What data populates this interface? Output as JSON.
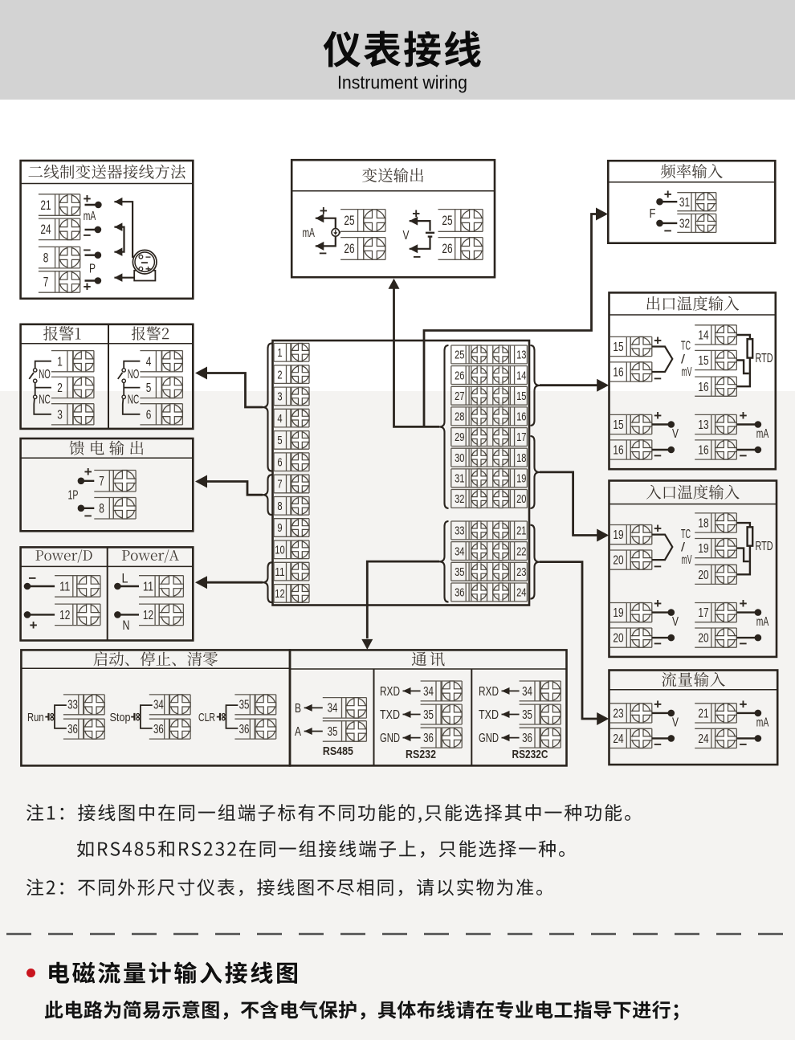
{
  "header": {
    "title": "仪表接线",
    "subtitle": "Instrument wiring"
  },
  "boxes": {
    "two_wire_transmitter": {
      "title": "二线制变送器接线方法",
      "terminals": [
        "21",
        "24",
        "8",
        "7"
      ],
      "labels": {
        "plus_top": "+",
        "group": "mA",
        "minus_mid": "−",
        "minus_low": "−",
        "p": "P",
        "plus_bottom": "+"
      },
      "transmitter": {
        "minus_top": "−",
        "minus_mid": "−",
        "plus_bottom": "+"
      }
    },
    "transmit_output": {
      "title": "变送输出",
      "ma": {
        "label": "mA",
        "plus": "+",
        "minus": "−",
        "terminals": [
          "25",
          "26"
        ]
      },
      "v": {
        "label": "V",
        "plus": "+",
        "minus": "−",
        "terminals": [
          "25",
          "26"
        ]
      }
    },
    "frequency_input": {
      "title": "频率输入",
      "label": "F",
      "plus": "+",
      "minus": "−",
      "terminals": [
        "31",
        "32"
      ]
    },
    "outlet_temperature_input": {
      "title": "出口温度输入",
      "tc": {
        "terminals": [
          "15",
          "16"
        ],
        "plus": "+",
        "minus": "−",
        "label_top": "TC",
        "label_mid": "/",
        "label_bottom": "mV"
      },
      "rtd": {
        "terminals": [
          "14",
          "15",
          "16"
        ],
        "label": "RTD"
      },
      "v": {
        "terminals": [
          "15",
          "16"
        ],
        "plus": "+",
        "minus": "−",
        "label": "V"
      },
      "ma": {
        "terminals": [
          "13",
          "16"
        ],
        "plus": "+",
        "minus": "−",
        "label": "mA"
      }
    },
    "inlet_temperature_input": {
      "title": "入口温度输入",
      "tc": {
        "terminals": [
          "19",
          "20"
        ],
        "plus": "+",
        "minus": "−",
        "label_top": "TC",
        "label_mid": "/",
        "label_bottom": "mV"
      },
      "rtd": {
        "terminals": [
          "18",
          "19",
          "20"
        ],
        "label": "RTD"
      },
      "v": {
        "terminals": [
          "19",
          "20"
        ],
        "plus": "+",
        "minus": "−",
        "label": "V"
      },
      "ma": {
        "terminals": [
          "17",
          "20"
        ],
        "plus": "+",
        "minus": "−",
        "label": "mA"
      }
    },
    "flow_input": {
      "title": "流量输入",
      "v": {
        "terminals": [
          "23",
          "24"
        ],
        "plus": "+",
        "minus": "−",
        "label": "V"
      },
      "ma": {
        "terminals": [
          "21",
          "24"
        ],
        "plus": "+",
        "minus": "−",
        "label": "mA"
      }
    },
    "alarm": {
      "alarm1": {
        "title": "报警1",
        "terminals": [
          "1",
          "2",
          "3"
        ],
        "no": "NO",
        "nc": "NC"
      },
      "alarm2": {
        "title": "报警2",
        "terminals": [
          "4",
          "5",
          "6"
        ],
        "no": "NO",
        "nc": "NC"
      }
    },
    "feed_output": {
      "title": "馈电输出",
      "label": "1P",
      "plus": "+",
      "minus": "−",
      "terminals": [
        "7",
        "8"
      ]
    },
    "power": {
      "power_d": {
        "title": "Power/D",
        "minus": "−",
        "plus": "+",
        "terminals": [
          "11",
          "12"
        ]
      },
      "power_a": {
        "title": "Power/A",
        "l": "L",
        "n": "N",
        "terminals": [
          "11",
          "12"
        ]
      }
    },
    "run_stop_clear": {
      "title": "启动、停止、清零",
      "groups": [
        {
          "label": "Run",
          "terminals": [
            "33",
            "36"
          ]
        },
        {
          "label": "Stop",
          "terminals": [
            "34",
            "36"
          ]
        },
        {
          "label": "CLR",
          "terminals": [
            "35",
            "36"
          ]
        }
      ]
    },
    "communication": {
      "title": "通讯",
      "rs485": {
        "labels": [
          "B",
          "A"
        ],
        "terminals": [
          "34",
          "35"
        ],
        "name": "RS485"
      },
      "rs232": {
        "labels": [
          "RXD",
          "TXD",
          "GND"
        ],
        "terminals": [
          "34",
          "35",
          "36"
        ],
        "name": "RS232"
      },
      "rs232c": {
        "labels": [
          "RXD",
          "TXD",
          "GND"
        ],
        "terminals": [
          "34",
          "35",
          "36"
        ],
        "name": "RS232C"
      }
    }
  },
  "terminal_block": {
    "left": [
      "1",
      "2",
      "3",
      "4",
      "5",
      "6",
      "7",
      "8",
      "9",
      "10",
      "11",
      "12"
    ],
    "right_inner": [
      "25",
      "26",
      "27",
      "28",
      "29",
      "30",
      "31",
      "32",
      "33",
      "34",
      "35",
      "36"
    ],
    "right_outer": [
      "13",
      "14",
      "15",
      "16",
      "17",
      "18",
      "19",
      "20",
      "21",
      "22",
      "23",
      "24"
    ]
  },
  "notes": {
    "note1": "注1：接线图中在同一组端子标有不同功能的,只能选择其中一种功能。",
    "note1b": "如RS485和RS232在同一组接线端子上，只能选择一种。",
    "note2": "注2：不同外形尺寸仪表，接线图不尽相同，请以实物为准。"
  },
  "footer": {
    "heading": "电磁流量计输入接线图",
    "body": "此电路为简易示意图，不含电气保护，具体布线请在专业电工指导下进行；"
  },
  "colors": {
    "header_bg": "#d3d3d3",
    "band": "#f4f3f1",
    "ink": "#2a241e",
    "red_bullet": "#c9151e"
  }
}
